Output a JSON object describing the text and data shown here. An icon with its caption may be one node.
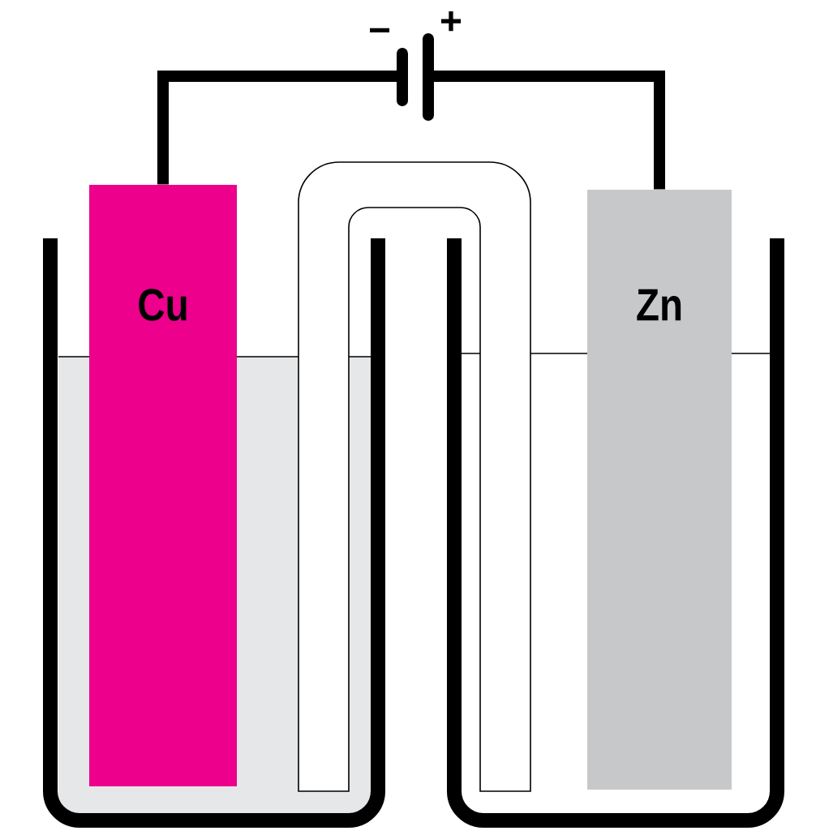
{
  "diagram": {
    "nodes": [
      {
        "text": [
          "Cu"
        ]
      },
      {
        "text": [
          "Zn"
        ]
      },
      {
        "text": [],
        "shape": "battery",
        "beside": [
          "−",
          "+"
        ]
      }
    ],
    "edges": [
      {
        "from": 0,
        "to": 2,
        "arrow": "none"
      },
      {
        "from": 2,
        "to": 1,
        "arrow": "none"
      }
    ]
  }
}
